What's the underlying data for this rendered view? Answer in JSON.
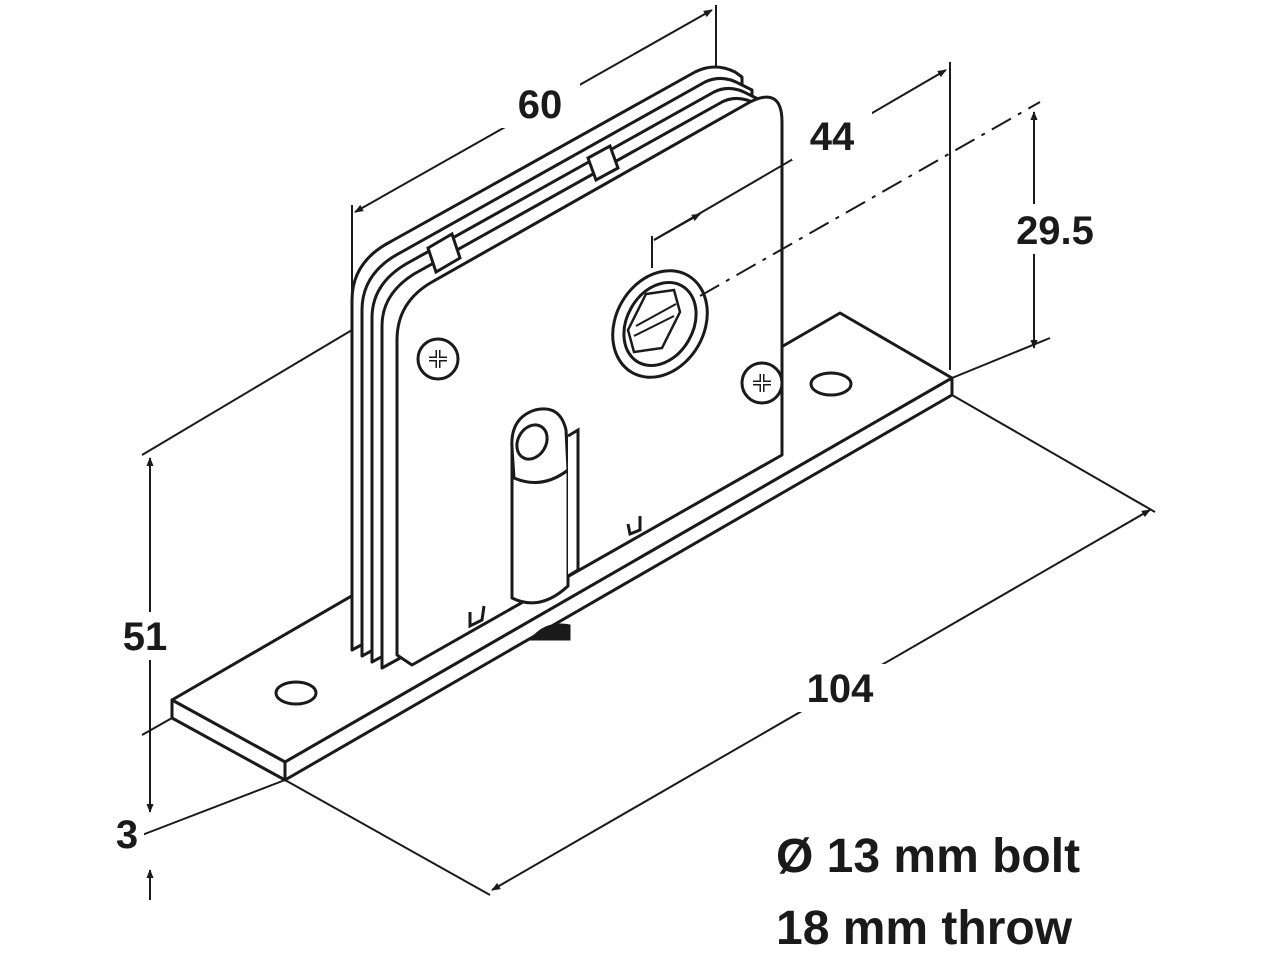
{
  "dimensions": {
    "width_top": "60",
    "keyhole_offset": "44",
    "keyhole_height": "29.5",
    "height": "51",
    "plate_length": "104",
    "plate_thickness": "3"
  },
  "specs": {
    "bolt": "Ø 13 mm bolt",
    "throw": "18 mm throw"
  },
  "colors": {
    "line": "#1a1a1a",
    "fill": "#ffffff"
  }
}
